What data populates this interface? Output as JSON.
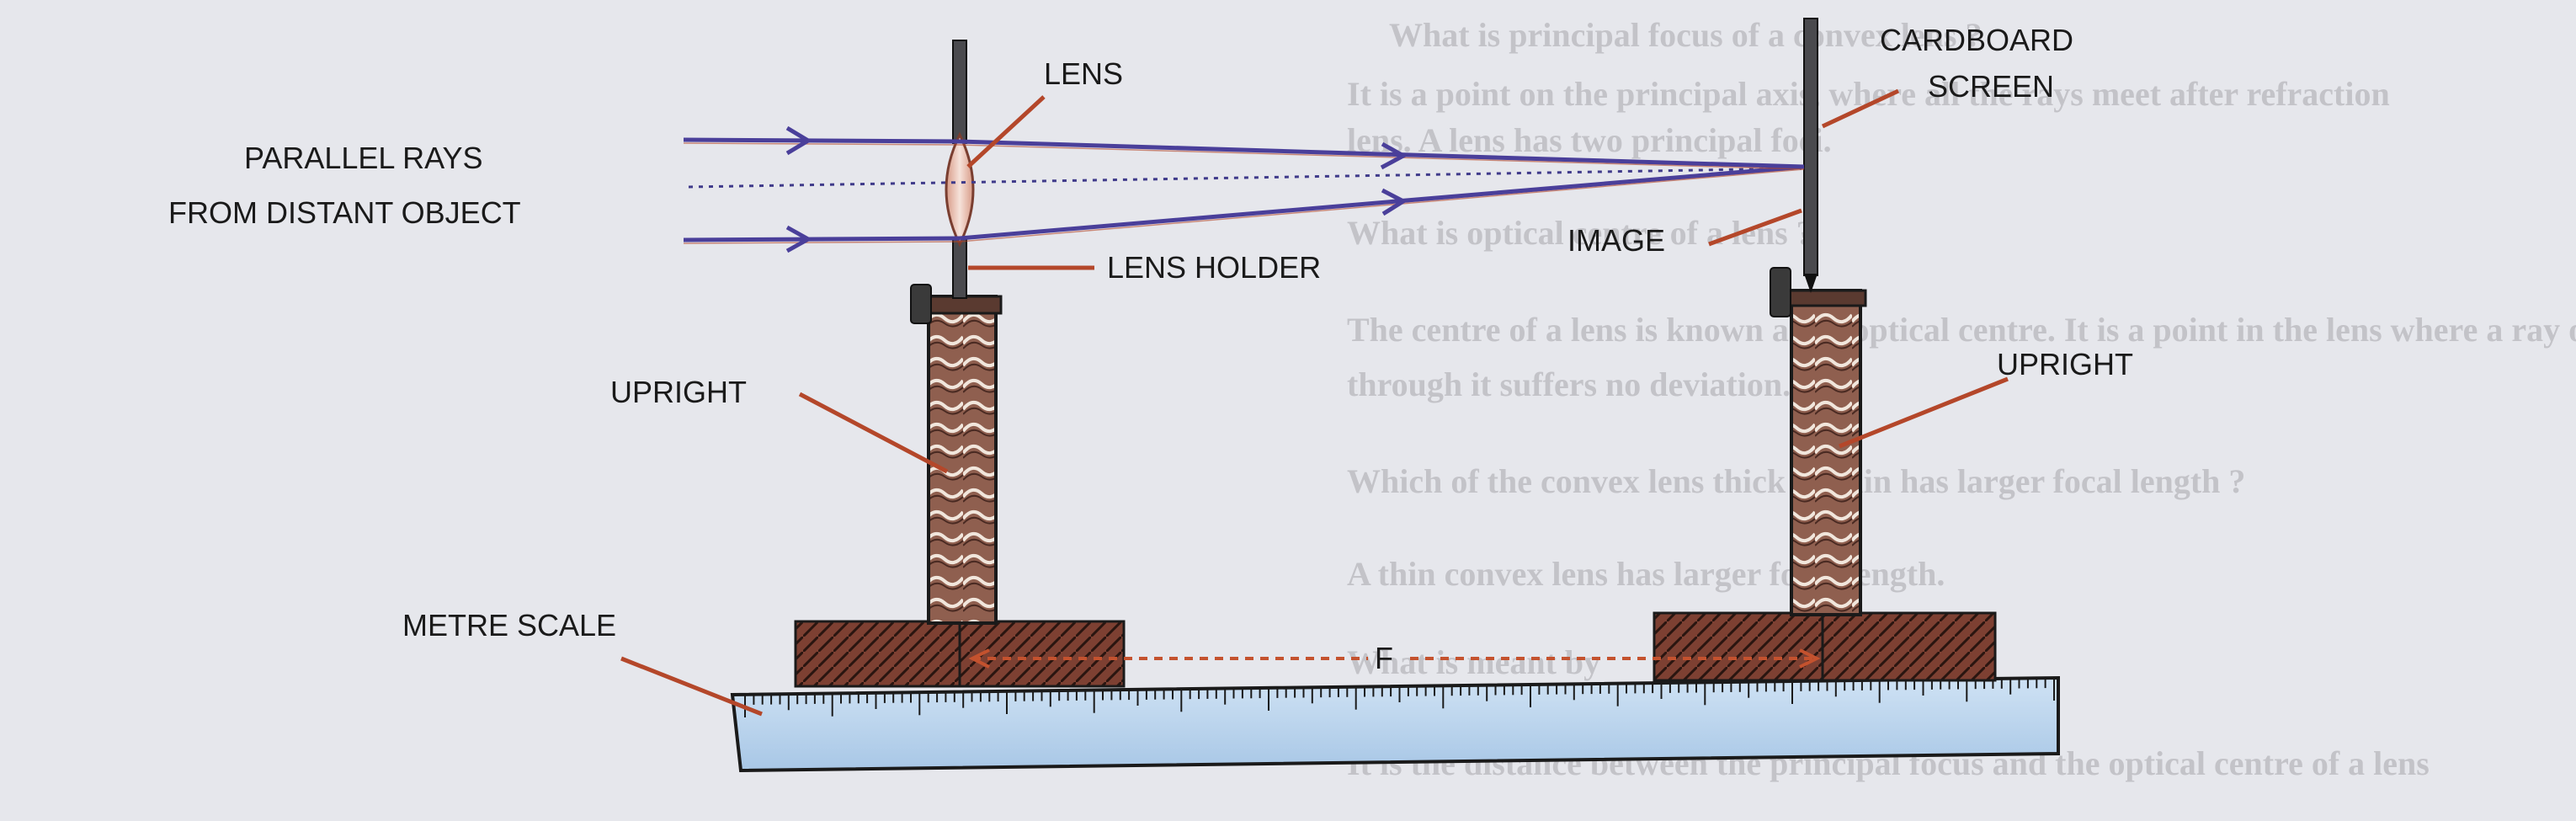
{
  "labels": {
    "lens": "LENS",
    "parallel_rays_line1": "PARALLEL RAYS",
    "parallel_rays_line2": "FROM DISTANT OBJECT",
    "lens_holder": "LENS HOLDER",
    "upright_left": "UPRIGHT",
    "upright_right": "UPRIGHT",
    "metre_scale": "METRE SCALE",
    "cardboard_screen_line1": "CARDBOARD",
    "cardboard_screen_line2": "SCREEN",
    "image": "IMAGE",
    "focal_length": "F"
  },
  "background_text": {
    "line1": "What is principal focus of a convex lens ?",
    "line2": "It is a point on the principal axis, where all the rays meet after refraction",
    "line3": "lens. A lens has two principal foci.",
    "line4": "What is optical centre of a lens ?",
    "line5": "The centre of a lens is known as its optical centre. It is a point in the lens where a ray of light directly passes",
    "line6": "through it suffers no deviation.",
    "line7": "Which of the convex lens thick or thin has larger focal length ?",
    "line8": "A thin convex lens has larger focal length.",
    "line9": "What is meant by",
    "line10": "It is the distance between the principal focus and the optical centre of a lens"
  },
  "colors": {
    "ray": "#4a3f9a",
    "pointer": "#b4472a",
    "wood": "#8a5a4a",
    "wood_block": "#7a3e30",
    "scale": "#bcd6ee",
    "background": "#e6e7ec"
  }
}
